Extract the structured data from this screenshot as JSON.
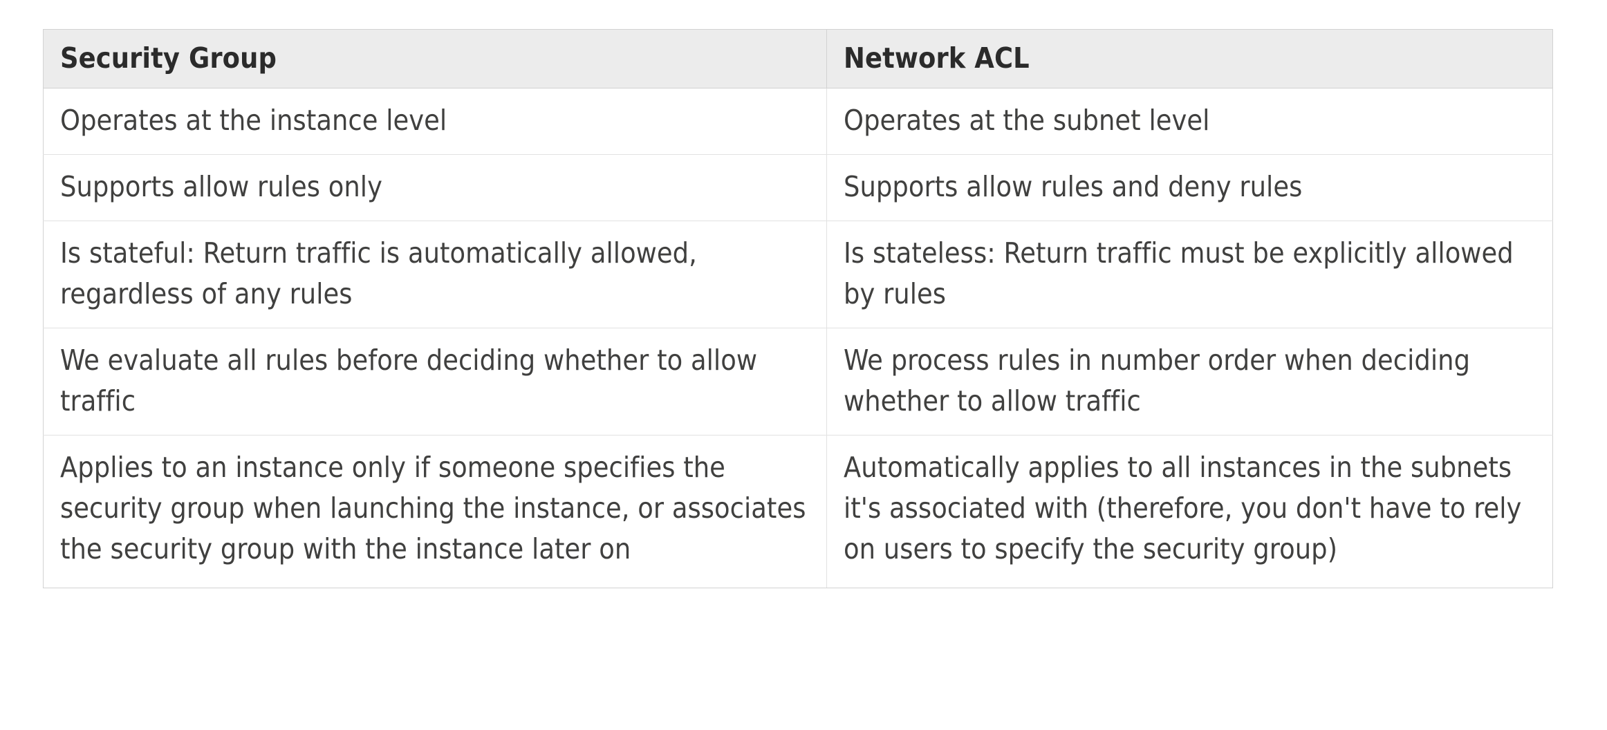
{
  "table": {
    "caption": "",
    "columns": [
      {
        "key": "security_group",
        "header": "Security Group"
      },
      {
        "key": "network_acl",
        "header": "Network ACL"
      }
    ],
    "rows": [
      {
        "security_group": "Operates at the instance level",
        "network_acl": "Operates at the subnet level"
      },
      {
        "security_group": "Supports allow rules only",
        "network_acl": "Supports allow rules and deny rules"
      },
      {
        "security_group": "Is stateful: Return traffic is automatically allowed, regardless of any rules",
        "network_acl": "Is stateless: Return traffic must be explicitly allowed by rules"
      },
      {
        "security_group": "We evaluate all rules before deciding whether to allow traffic",
        "network_acl": "We process rules in number order when deciding whether to allow traffic"
      },
      {
        "security_group": "Applies to an instance only if someone specifies the security group when launching the instance, or associates the security group with the instance later on",
        "network_acl": "Automatically applies to all instances in the subnets it's associated with (therefore, you don't have to rely on users to specify the security group)"
      }
    ]
  },
  "colors": {
    "header_background": "#ececec",
    "header_text": "#2b2b2b",
    "body_background": "#ffffff",
    "body_text": "#40403f",
    "border": "#d2d2d2",
    "inner_border": "#e2e2e2",
    "page_background": "#ffffff"
  }
}
